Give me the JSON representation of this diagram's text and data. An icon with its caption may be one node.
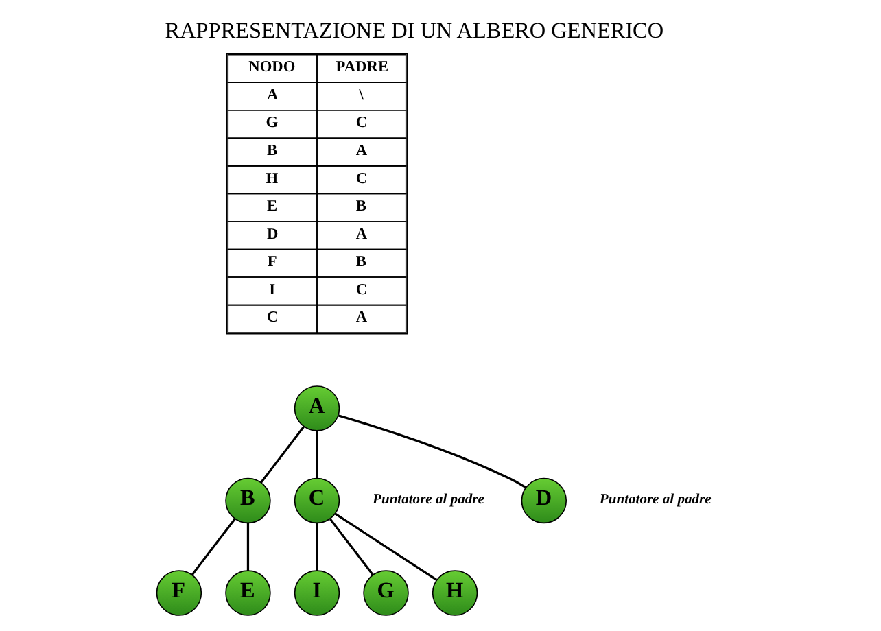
{
  "diagram": {
    "title": "RAPPRESENTAZIONE DI UN ALBERO GENERICO",
    "nodes": [
      {
        "text": [
          "A"
        ]
      },
      {
        "text": [
          "B"
        ]
      },
      {
        "text": [
          "C"
        ]
      },
      {
        "text": [
          "D"
        ]
      },
      {
        "text": [
          "E"
        ]
      },
      {
        "text": [
          "F"
        ]
      },
      {
        "text": [
          "G"
        ]
      },
      {
        "text": [
          "H"
        ]
      },
      {
        "text": [
          "I"
        ]
      }
    ],
    "edges": [
      {
        "from": 0,
        "to": 1,
        "arrow": "none"
      },
      {
        "from": 0,
        "to": 2,
        "arrow": "none"
      },
      {
        "from": 0,
        "to": 3,
        "arrow": "none"
      },
      {
        "from": 1,
        "to": 4,
        "arrow": "none"
      },
      {
        "from": 1,
        "to": 5,
        "arrow": "none"
      },
      {
        "from": 2,
        "to": 6,
        "arrow": "none"
      },
      {
        "from": 2,
        "to": 7,
        "arrow": "none"
      },
      {
        "from": 2,
        "to": 8,
        "arrow": "none"
      }
    ],
    "labels": [
      "NODO",
      "PADRE",
      "A",
      "\\",
      "G",
      "C",
      "B",
      "A",
      "H",
      "C",
      "E",
      "B",
      "D",
      "A",
      "F",
      "B",
      "I",
      "C",
      "C",
      "A",
      "Puntatore al padre",
      "Puntatore al padre"
    ]
  }
}
